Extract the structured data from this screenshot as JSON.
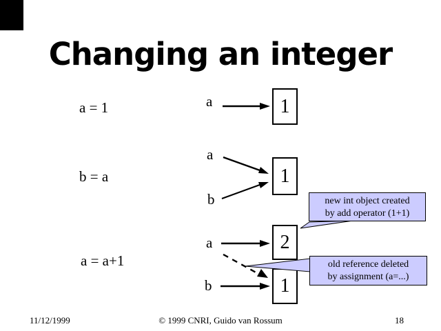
{
  "title": "Changing an integer",
  "steps": [
    "a = 1",
    "b = a",
    "a = a+1"
  ],
  "diagram": {
    "row1": {
      "var": "a",
      "value": "1"
    },
    "row2": {
      "var_top": "a",
      "var_bottom": "b",
      "value": "1"
    },
    "row3": {
      "var_top": "a",
      "var_bottom": "b",
      "value_top": "2",
      "value_bottom": "1"
    }
  },
  "annotations": {
    "new_int": {
      "line1": "new int object created",
      "line2": "by add operator (1+1)"
    },
    "old_ref": {
      "line1": "old reference deleted",
      "line2": "by assignment (a=...)"
    }
  },
  "footer": {
    "date": "11/12/1999",
    "copyright": "© 1999 CNRI, Guido van Rossum",
    "page": "18"
  },
  "colors": {
    "background": "#ffffff",
    "text": "#000000",
    "line": "#000000",
    "annotation_fill": "#ccccff",
    "annotation_border": "#000000",
    "corner_mark": "#000000"
  }
}
